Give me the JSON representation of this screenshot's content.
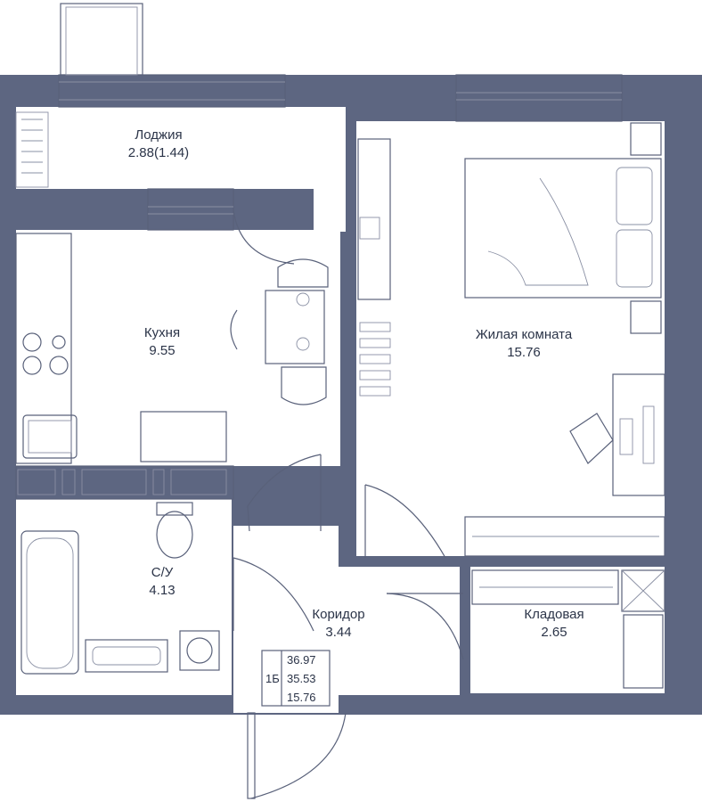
{
  "colors": {
    "wall": "#5d6681",
    "line": "#59617a",
    "text": "#2b3448",
    "background": "#ffffff"
  },
  "rooms": {
    "loggia": {
      "name": "Лоджия",
      "area": "2.88(1.44)"
    },
    "kitchen": {
      "name": "Кухня",
      "area": "9.55"
    },
    "living": {
      "name": "Жилая комната",
      "area": "15.76"
    },
    "bathroom": {
      "name": "С/У",
      "area": "4.13"
    },
    "corridor": {
      "name": "Коридор",
      "area": "3.44"
    },
    "storage": {
      "name": "Кладовая",
      "area": "2.65"
    }
  },
  "summary": {
    "type": "1Б",
    "total_area": "36.97",
    "living_total": "35.53",
    "living_area": "15.76"
  }
}
